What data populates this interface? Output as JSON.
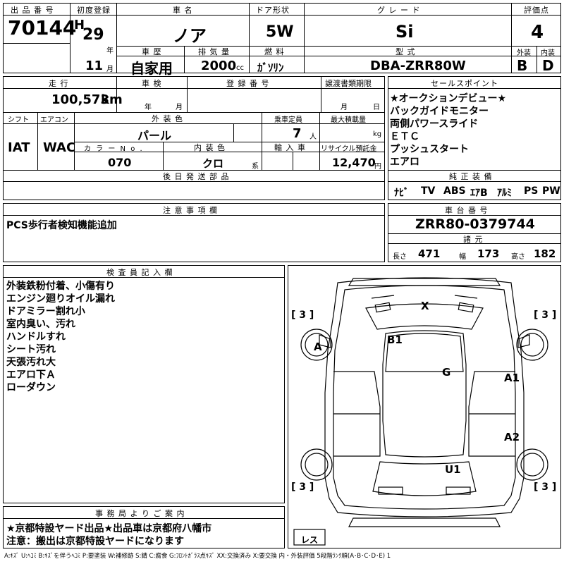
{
  "header": {
    "lot_label": "出 品 番 号",
    "lot_number": "70144",
    "first_reg_label": "初度登録",
    "era": "H",
    "year": "29",
    "year_unit": "年",
    "month": "11",
    "month_unit": "月",
    "car_name_label": "車 名",
    "car_name": "ノア",
    "door_label": "ドア形状",
    "door": "5W",
    "grade_label": "グ レ ー ド",
    "grade": "Si",
    "score_label": "評価点",
    "score": "4",
    "history_label": "車 歴",
    "history": "自家用",
    "displacement_label": "排 気 量",
    "displacement": "2000",
    "cc": "cc",
    "fuel_label": "燃 料",
    "fuel": "ｶﾞｿﾘﾝ",
    "model_label": "型 式",
    "model": "DBA-ZRR80W",
    "exterior_label": "外装",
    "exterior": "B",
    "interior_label": "内装",
    "interior": "D"
  },
  "row2": {
    "mileage_label": "走 行",
    "mileage": "100,573",
    "km": "km",
    "inspection_label": "車 検",
    "insp_year_unit": "年",
    "insp_month_unit": "月",
    "regno_label": "登 録 番 号",
    "transfer_label": "譲渡書類期限",
    "transfer_month": "月",
    "transfer_day": "日",
    "shift_label": "シフト",
    "shift": "IAT",
    "ac_label": "エアコン",
    "ac": "WAC",
    "color_label": "外 装 色",
    "color": "パール",
    "capacity_label": "乗車定員",
    "capacity": "7",
    "person": "人",
    "load_label": "最大積載量",
    "kg": "kg",
    "color_no_label": "カ ラ ー N o .",
    "color_no": "070",
    "int_color_label": "内 装 色",
    "int_color": "クロ",
    "int_color_suffix": "系",
    "import_label": "輸 入 車",
    "recycle_label": "リサイクル預託金",
    "recycle": "12,470",
    "yen": "円",
    "later_label": "後 日 発 送 部 品"
  },
  "sales": {
    "label": "セールスポイント",
    "lines": [
      "★オークションデビュー★",
      "バックガイドモニター",
      "両側パワースライド",
      "ＥＴＣ",
      "プッシュスタート",
      "エアロ"
    ],
    "genuine_label": "純 正 装 備",
    "equipment": [
      "ﾅﾋﾞ",
      "TV",
      "ABS",
      "ｴｱB",
      "ｱﾙﾐ",
      "PS",
      "PW"
    ]
  },
  "notes": {
    "label": "注 意 事 項 欄",
    "text": "PCS歩行者検知機能追加"
  },
  "chassis": {
    "label": "車 台 番 号",
    "number": "ZRR80-0379744",
    "spec_label": "諸 元",
    "length_label": "長さ",
    "length": "471",
    "width_label": "幅",
    "width": "173",
    "height_label": "高さ",
    "height": "182"
  },
  "inspector": {
    "label": "検 査 員 記 入 欄",
    "lines": [
      "外装鉄粉付着、小傷有り",
      "エンジン廻りオイル漏れ",
      "ドアミラー割れ小",
      "室内臭い、汚れ",
      "ハンドルすれ",
      "シート汚れ",
      "天張汚れ大",
      "エアロ下Ａ",
      "ローダウン"
    ]
  },
  "diagram": {
    "marks": [
      "X",
      "B1",
      "A",
      "G",
      "A1",
      "A2",
      "U1"
    ],
    "tire": "3",
    "spare": "レス"
  },
  "office": {
    "label": "事 務 局 よ り ご 案 内",
    "lines": [
      "★京都特設ヤード出品★出品車は京都府八幡市",
      "注意：搬出は京都特設ヤードになります"
    ]
  },
  "footer": {
    "legend": "A:ｷｽﾞ U:ﾍｺﾐ B:ｷｽﾞを伴うﾍｺﾐ P:要塗装 W:補修跡 S:錆 C:腐食 G:ﾌﾛﾝﾄｶﾞﾗｽ点ｷｽﾞ XX:交換済み X:要交換 内・外装評価 5段階ﾗﾝｸ順(A･B･C･D･E) 1"
  }
}
